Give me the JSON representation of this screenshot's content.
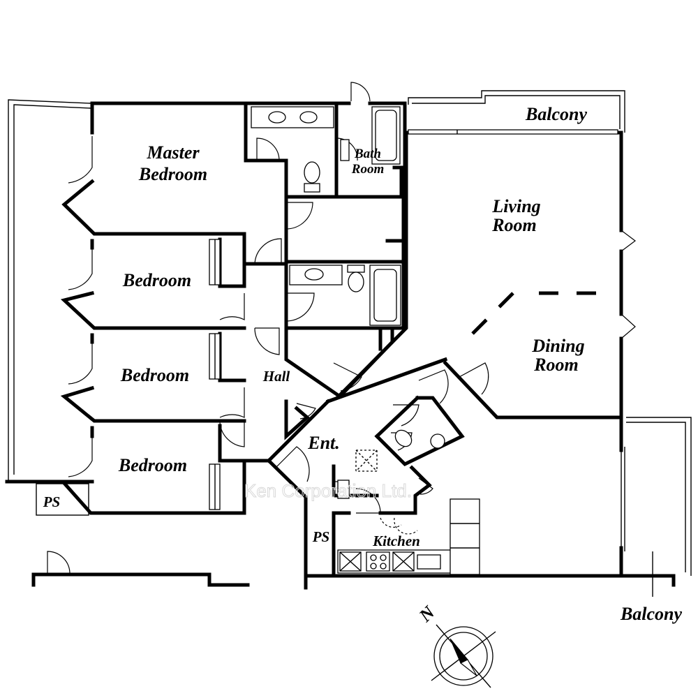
{
  "plan": {
    "rooms": {
      "master_bedroom": [
        "Master",
        "Bedroom"
      ],
      "bath_room": [
        "Bath",
        "Room"
      ],
      "living_room": [
        "Living",
        "Room"
      ],
      "dining_room": [
        "Dining",
        "Room"
      ],
      "bedroom_1": "Bedroom",
      "bedroom_2": "Bedroom",
      "bedroom_3": "Bedroom",
      "hall": "Hall",
      "entrance": "Ent.",
      "kitchen": "Kitchen",
      "ps_left": "PS",
      "ps_right": "PS",
      "balcony_top": "Balcony",
      "balcony_bottom": "Balcony"
    },
    "compass": {
      "north_label": "N"
    },
    "watermark": "Ken Corporation Ltd."
  }
}
